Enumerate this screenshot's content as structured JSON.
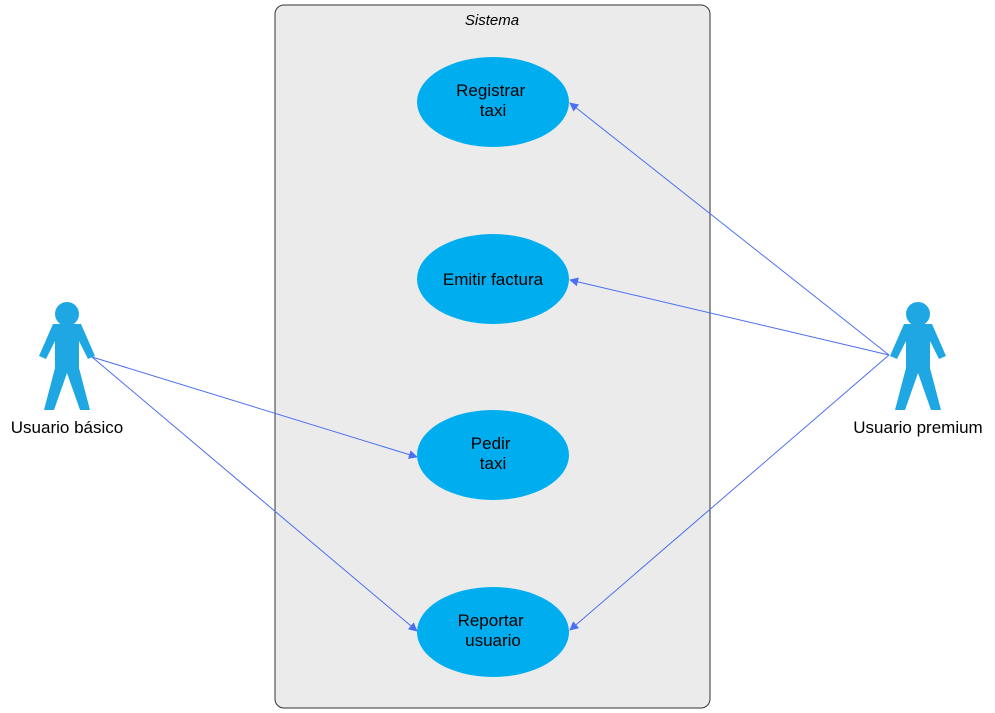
{
  "system": {
    "title": "Sistema"
  },
  "actors": {
    "basic": {
      "label": "Usuario básico"
    },
    "premium": {
      "label": "Usuario premium"
    }
  },
  "use_cases": {
    "registrar": {
      "lines": [
        "Registrar",
        "taxi"
      ]
    },
    "emitir": {
      "lines": [
        "Emitir factura"
      ]
    },
    "pedir": {
      "lines": [
        "Pedir",
        "taxi"
      ]
    },
    "reportar": {
      "lines": [
        "Reportar",
        "usuario"
      ]
    }
  },
  "associations": [
    {
      "from": "basic",
      "to": "pedir"
    },
    {
      "from": "basic",
      "to": "reportar"
    },
    {
      "from": "premium",
      "to": "registrar"
    },
    {
      "from": "premium",
      "to": "emitir"
    },
    {
      "from": "premium",
      "to": "reportar"
    }
  ],
  "colors": {
    "actor": "#1ea7e3",
    "use_case": "#00aeef",
    "system_fill": "#ebebeb",
    "system_stroke": "#333333",
    "connector": "#4a6ff0"
  }
}
